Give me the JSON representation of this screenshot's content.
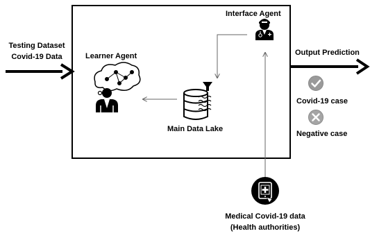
{
  "input": {
    "line1": "Testing Dataset",
    "line2": "Covid-19 Data"
  },
  "interface_agent": {
    "label": "Interface Agent"
  },
  "learner_agent": {
    "label": "Learner Agent"
  },
  "data_lake": {
    "label": "Main Data Lake"
  },
  "output": {
    "title": "Output Prediction",
    "positive_label": "Covid-19 case",
    "negative_label": "Negative case"
  },
  "medical_source": {
    "line1": "Medical Covid-19 data",
    "line2": "(Health authorities)"
  },
  "icons": {
    "interface": "doctor-icon",
    "learner": "person-thinking-icon",
    "lake": "database-filter-icon",
    "positive": "check-circle-icon",
    "negative": "x-circle-icon",
    "medical": "tablet-medical-icon"
  },
  "colors": {
    "stroke": "#000000",
    "arrow_gray": "#777777",
    "badge_gray": "#9a9a9a"
  }
}
